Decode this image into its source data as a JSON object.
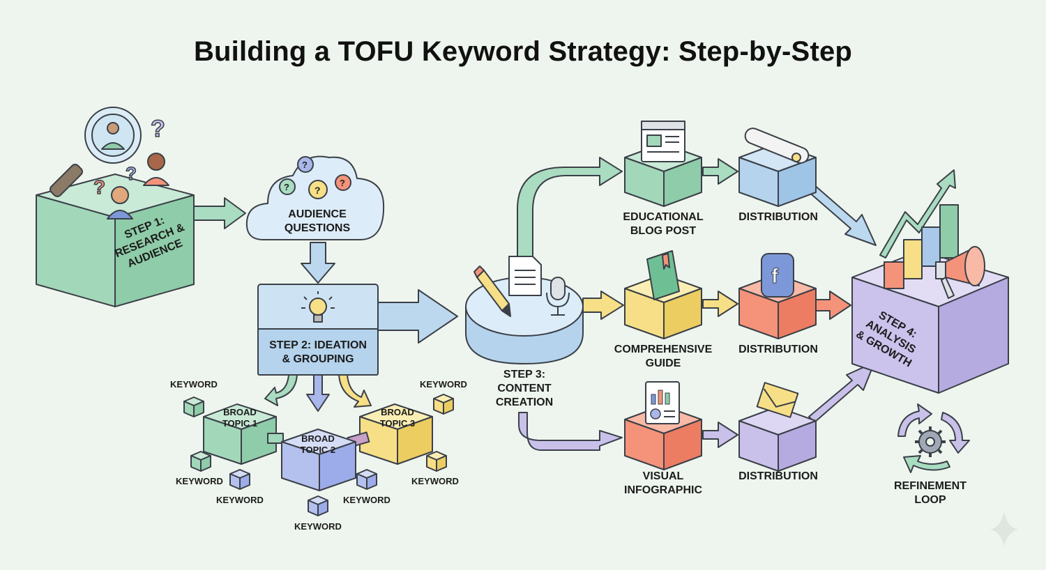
{
  "title": "Building a TOFU Keyword Strategy: Step-by-Step",
  "steps": {
    "step1": "STEP 1:\nRESEARCH &\nAUDIENCE",
    "step2": "STEP 2: IDEATION\n& GROUPING",
    "step3": "STEP 3:\nCONTENT\nCREATION",
    "step4": "STEP 4:\nANALYSIS\n& GROWTH"
  },
  "audience_questions": "AUDIENCE\nQUESTIONS",
  "topics": [
    "BROAD\nTOPIC 1",
    "BROAD\nTOPIC 2",
    "BROAD\nTOPIC 3"
  ],
  "keyword_label": "KEYWORD",
  "content": {
    "blog": "EDUCATIONAL\nBLOG POST",
    "guide": "COMPREHENSIVE\nGUIDE",
    "infographic": "VISUAL\nINFOGRAPHIC"
  },
  "distribution": "DISTRIBUTION",
  "refinement": "REFINEMENT\nLOOP",
  "colors": {
    "green": "#a9dcc0",
    "blue": "#bcd8ee",
    "yellow": "#f6df86",
    "coral": "#f4937a",
    "purple": "#c9c1ea",
    "periwinkle": "#a9b7ea"
  }
}
